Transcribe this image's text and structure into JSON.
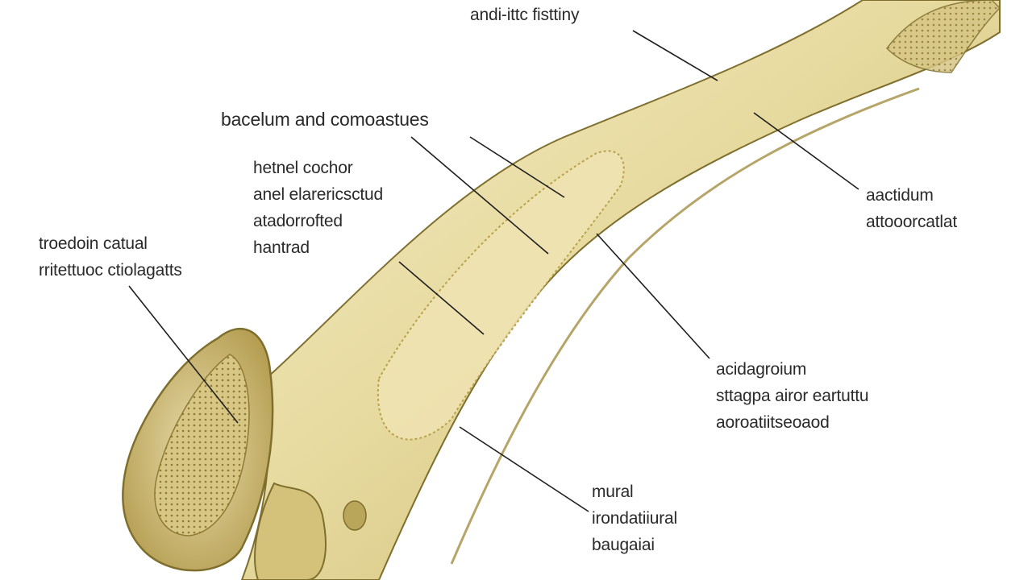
{
  "labels": {
    "top": [
      "andi-ittc fisttiny"
    ],
    "bacelum": [
      "bacelum and comoastues"
    ],
    "hetnel": [
      "hetnel cochor",
      "anel elarericsctud",
      "atadorrofted",
      "hantrad"
    ],
    "troedoin": [
      "troedoin catual",
      "rritettuoc ctiolagatts"
    ],
    "aactidum": [
      "aactidum",
      "attooorcatlat"
    ],
    "acidagroium": [
      "acidagroium",
      "sttagpa airor eartuttu",
      "aoroatiitseoaod"
    ],
    "mural": [
      "mural",
      "irondatiiural",
      "baugaiai"
    ]
  },
  "colors": {
    "bone": "#e6d9a0",
    "bone_light": "#f3ebc3",
    "bone_shadow": "#b9a65a",
    "outline": "#7f6f2e",
    "leader_line": "#1e1e1e",
    "text": "#2a2a2a"
  }
}
